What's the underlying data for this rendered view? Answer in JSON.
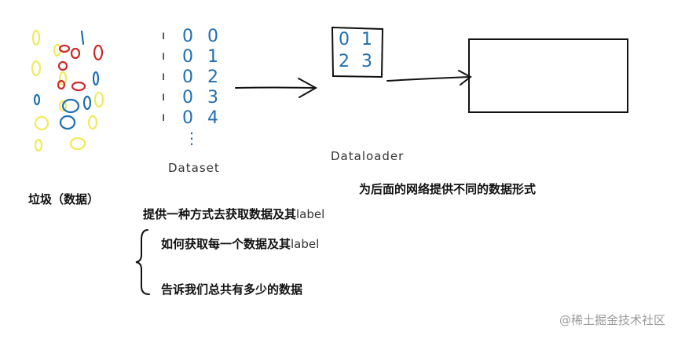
{
  "colors": {
    "blue": "#1f6fb2",
    "red": "#cc2b2b",
    "yellow": "#f2ea5a",
    "ink": "#111111"
  },
  "left": {
    "label": "垃圾（数据）"
  },
  "dataset": {
    "label": "Dataset",
    "rows": [
      {
        "idx": "0",
        "val": "0"
      },
      {
        "idx": "0",
        "val": "1"
      },
      {
        "idx": "0",
        "val": "2"
      },
      {
        "idx": "0",
        "val": "3"
      },
      {
        "idx": "0",
        "val": "4"
      }
    ],
    "tail": "⋮"
  },
  "dataloader": {
    "label": "Dataloader",
    "batch_rows": [
      "0 1",
      "2 3"
    ],
    "caption": "为后面的网络提供不同的数据形式"
  },
  "notes": {
    "main_prefix": "提供一种方式去获取数据及其",
    "main_suffix": "label",
    "item1_prefix": "如何获取每一个数据及其",
    "item1_suffix": "label",
    "item2": "告诉我们总共有多少的数据"
  },
  "watermark": "@稀土掘金技术社区"
}
